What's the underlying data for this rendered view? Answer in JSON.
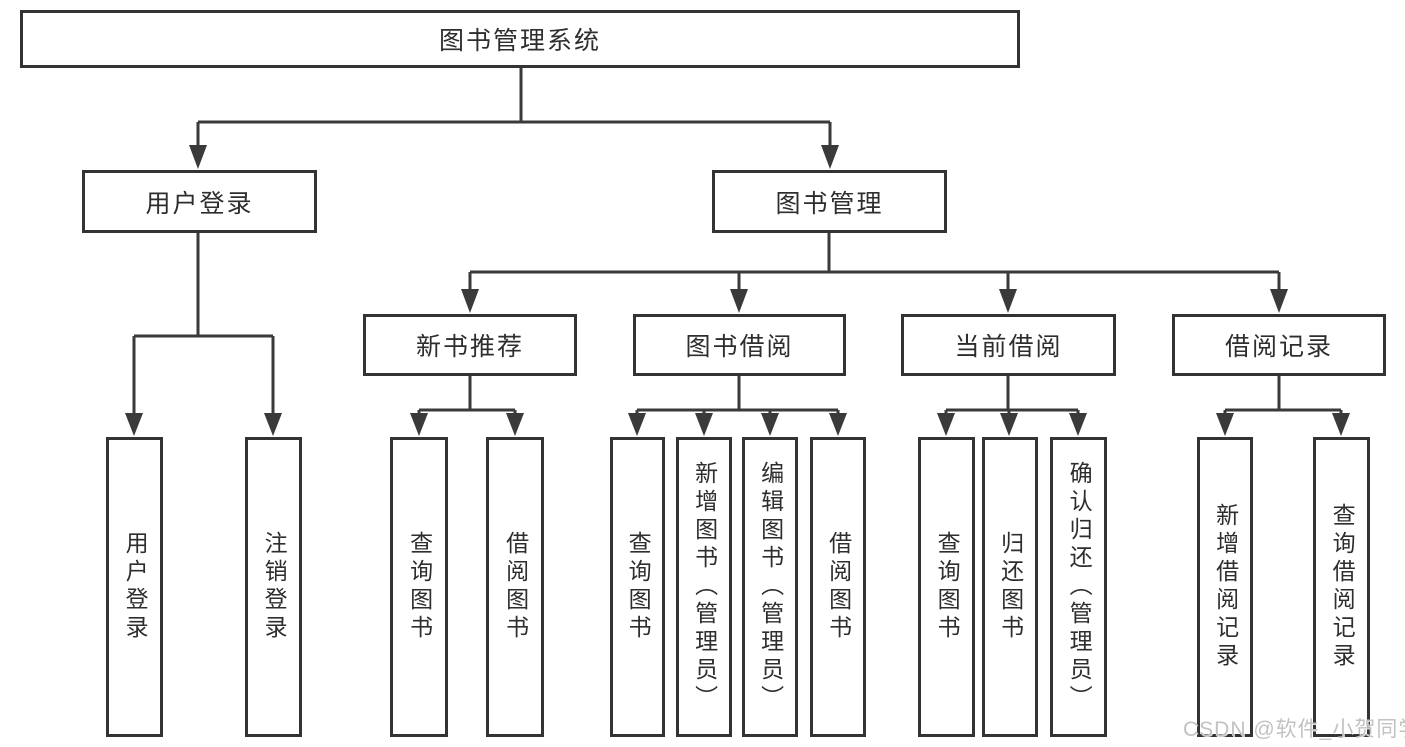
{
  "tree": {
    "root": {
      "label": "图书管理系统"
    },
    "branches": [
      {
        "label": "用户登录",
        "children": [
          {
            "label": "用户登录"
          },
          {
            "label": "注销登录"
          }
        ]
      },
      {
        "label": "图书管理",
        "groups": [
          {
            "label": "新书推荐",
            "children": [
              {
                "label": "查询图书"
              },
              {
                "label": "借阅图书"
              }
            ]
          },
          {
            "label": "图书借阅",
            "children": [
              {
                "label": "查询图书"
              },
              {
                "label": "新增图书（管理员）"
              },
              {
                "label": "编辑图书（管理员）"
              },
              {
                "label": "借阅图书"
              }
            ]
          },
          {
            "label": "当前借阅",
            "children": [
              {
                "label": "查询图书"
              },
              {
                "label": "归还图书"
              },
              {
                "label": "确认归还（管理员）"
              }
            ]
          },
          {
            "label": "借阅记录",
            "children": [
              {
                "label": "新增借阅记录"
              },
              {
                "label": "查询借阅记录"
              }
            ]
          }
        ]
      }
    ]
  },
  "watermark": {
    "text": "CSDN @软件_小贺同学"
  },
  "colors": {
    "line": "#3a3a3a",
    "border": "#333333",
    "text": "#2e2e2e",
    "background": "#ffffff",
    "watermark": "#c2c2c2"
  }
}
